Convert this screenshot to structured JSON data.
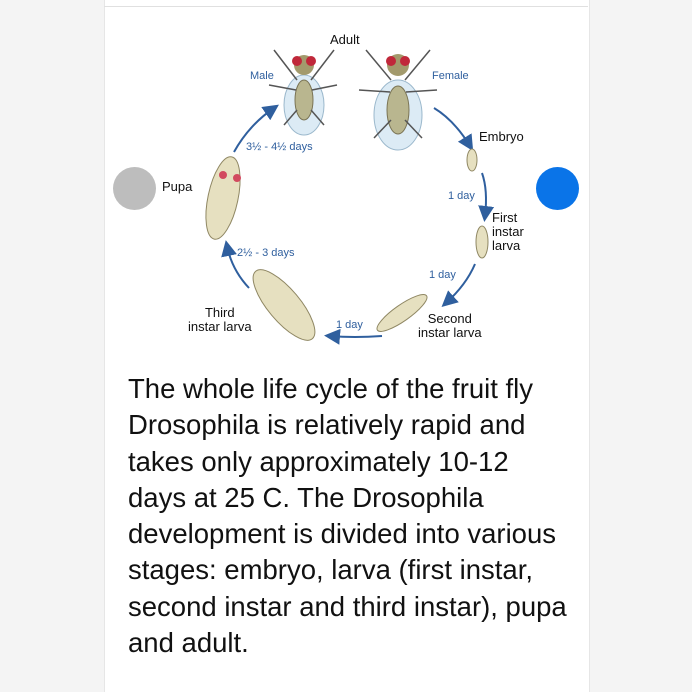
{
  "diagram": {
    "adult": "Adult",
    "male": "Male",
    "female": "Female",
    "embryo": "Embryo",
    "first_instar": [
      "First",
      "instar",
      "larva"
    ],
    "second_instar": [
      "Second",
      "instar larva"
    ],
    "third_instar": [
      "Third",
      "instar larva"
    ],
    "pupa": "Pupa",
    "durations": {
      "pupa_to_adult": "3½ - 4½ days",
      "embryo_to_first": "1 day",
      "first_to_second": "1 day",
      "second_to_third": "1 day",
      "third_to_pupa": "2½ - 3 days"
    }
  },
  "carousel": {
    "prev_color": "#bdbdbd",
    "next_color": "#0a74e8"
  },
  "paragraph": "The whole life cycle of the fruit fly Drosophila is relatively rapid and takes only approximately 10-12 days at 25 C. The Drosophila development is divided into various stages: embryo, larva (first instar, second instar and third instar), pupa and adult."
}
